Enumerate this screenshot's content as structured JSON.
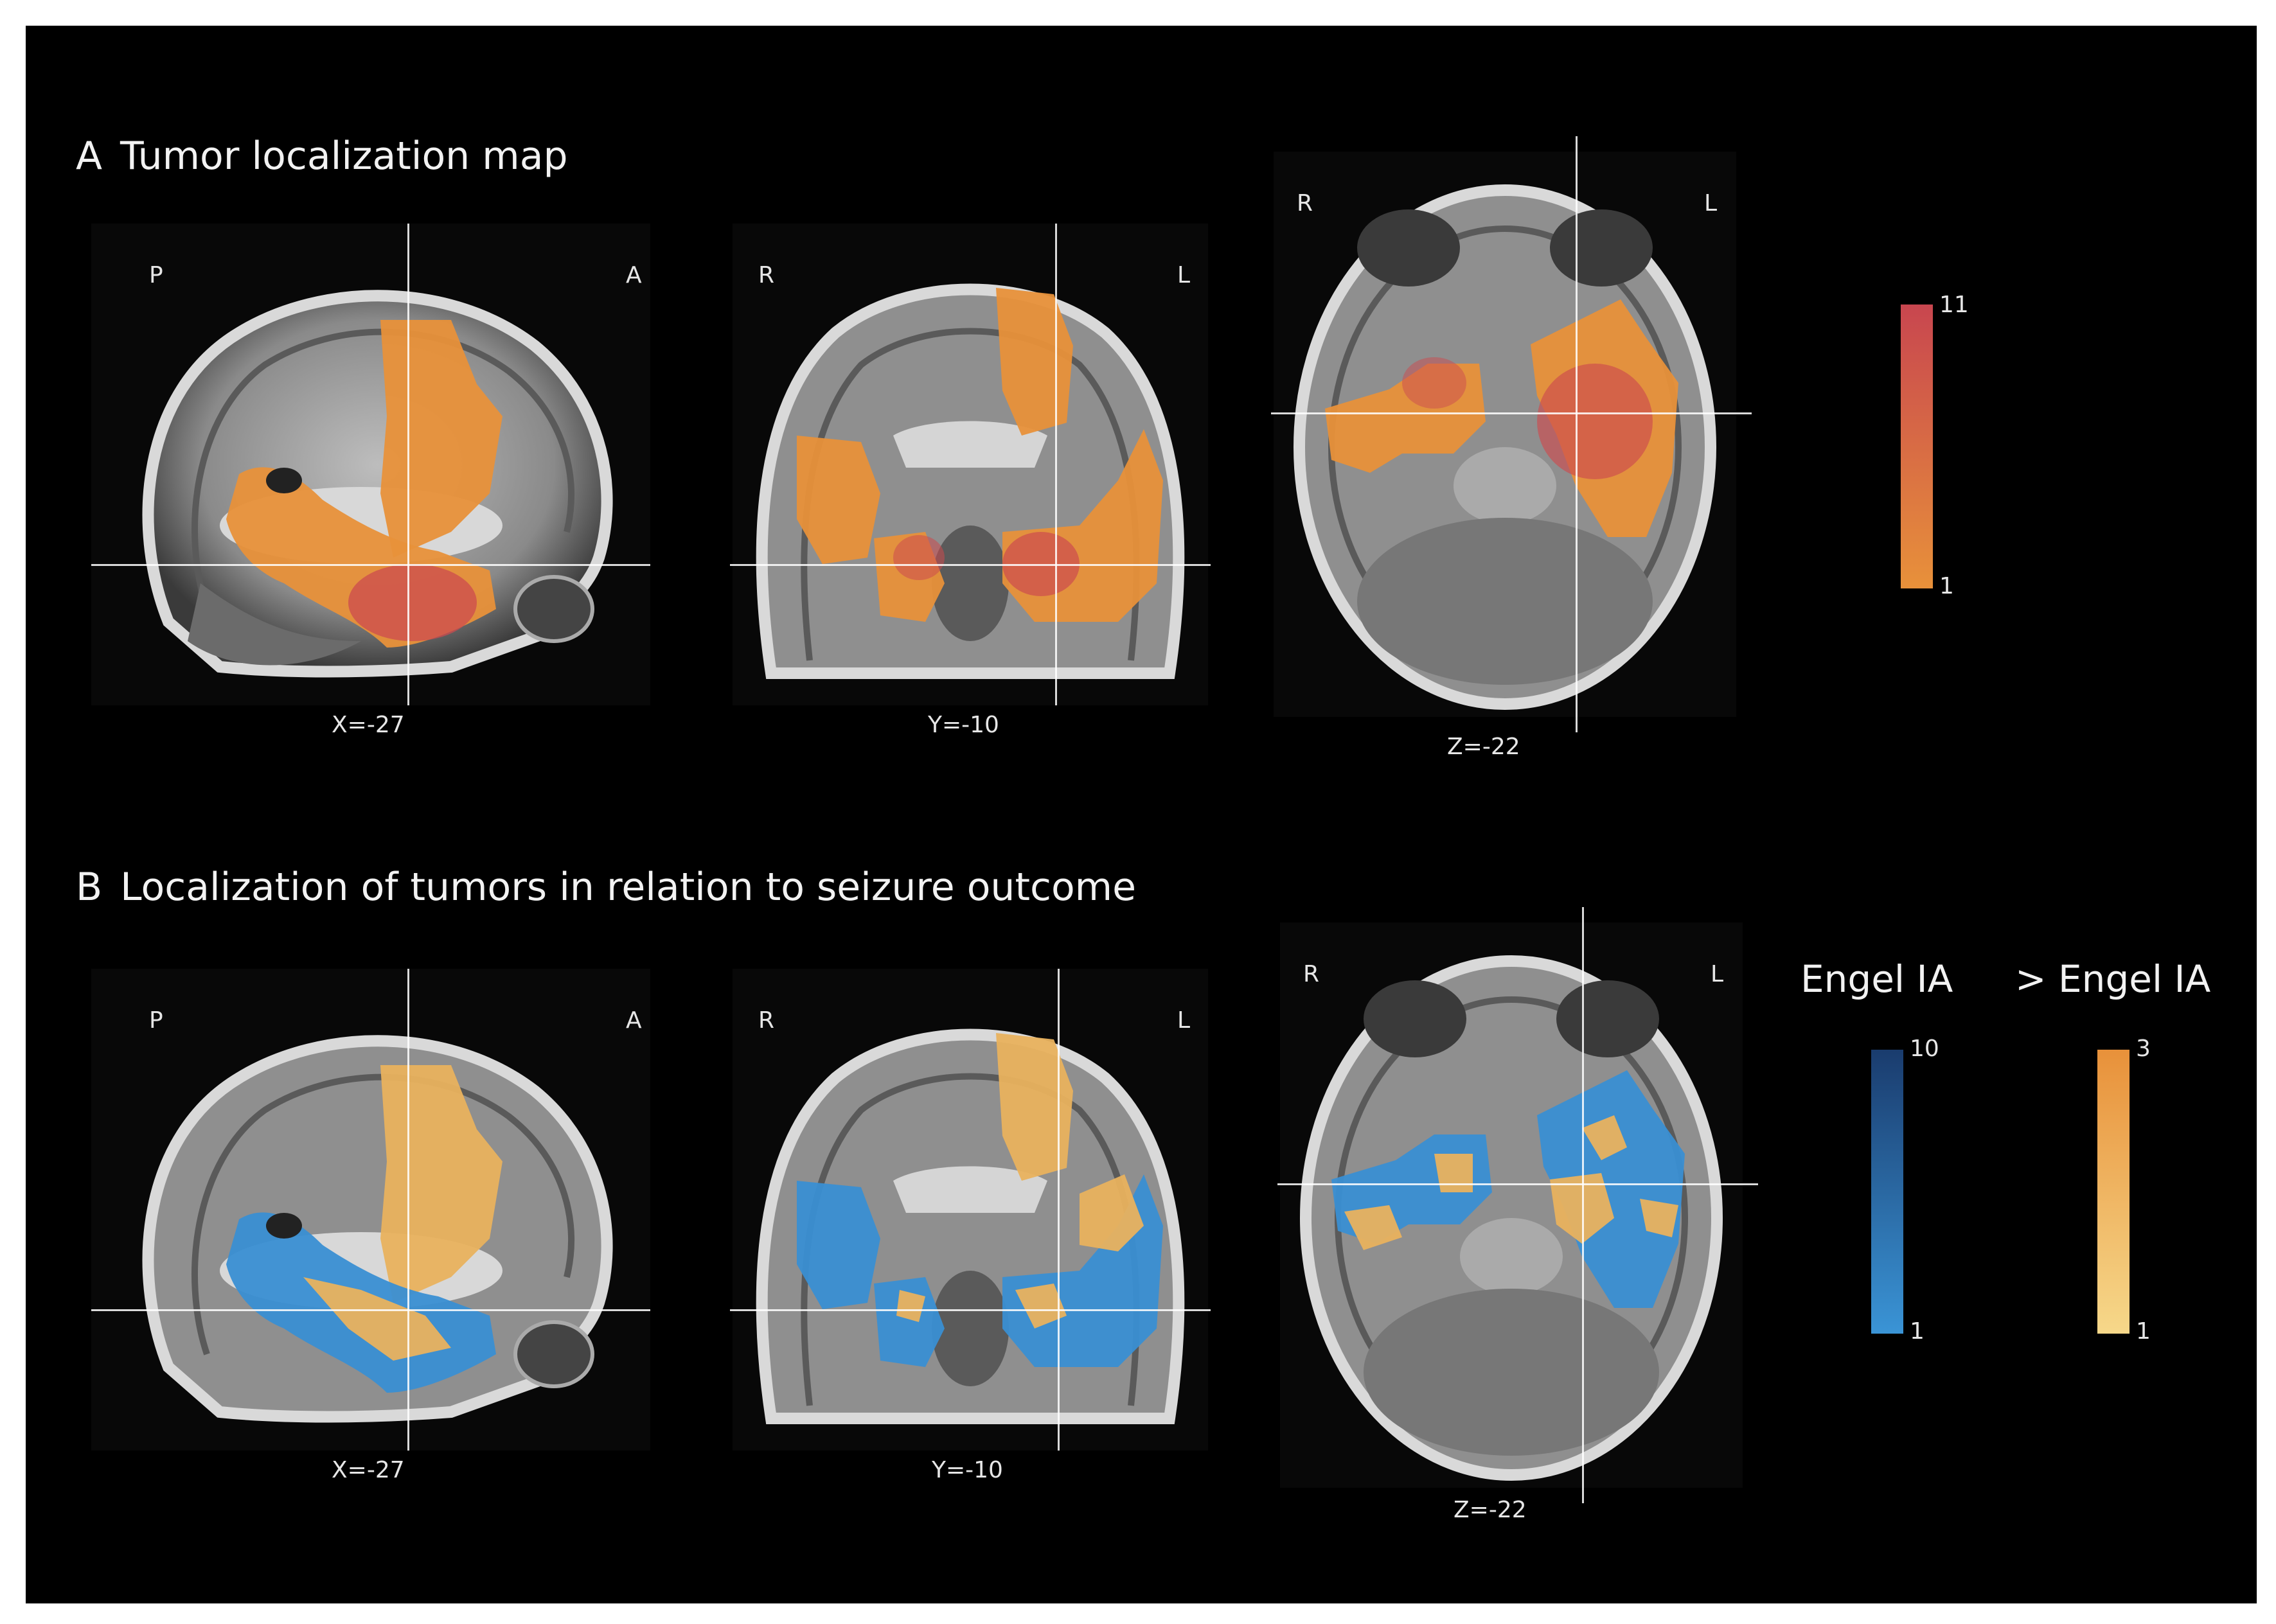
{
  "panel_a": {
    "letter": "A",
    "title": "Tumor localization map",
    "sagittal": {
      "left": "P",
      "right": "A",
      "coord": "X=-27"
    },
    "coronal": {
      "left": "R",
      "right": "L",
      "coord": "Y=-10"
    },
    "axial": {
      "left": "R",
      "right": "L",
      "coord": "Z=-22"
    },
    "colorbar": {
      "max": "11",
      "min": "1",
      "color_top": "#c8464f",
      "color_bottom": "#e8913a"
    }
  },
  "panel_b": {
    "letter": "B",
    "title": "Localization of tumors in relation to seizure outcome",
    "sagittal": {
      "left": "P",
      "right": "A",
      "coord": "X=-27"
    },
    "coronal": {
      "left": "R",
      "right": "L",
      "coord": "Y=-10"
    },
    "axial": {
      "left": "R",
      "right": "L",
      "coord": "Z=-22"
    },
    "legend_engel": {
      "title": "Engel  IA",
      "max": "10",
      "min": "1",
      "color_top": "#1a3c6e",
      "color_bottom": "#3a94d6"
    },
    "legend_not_engel": {
      "title": "> Engel  IA",
      "max": "3",
      "min": "1",
      "color_top": "#e8913a",
      "color_bottom": "#f6d88a"
    }
  },
  "overlay_colors": {
    "tumor": "#e8913a",
    "tumor_peak": "#cc4b4f",
    "engel_ia": "#3a8fd3",
    "not_engel_ia": "#e9b25e"
  }
}
